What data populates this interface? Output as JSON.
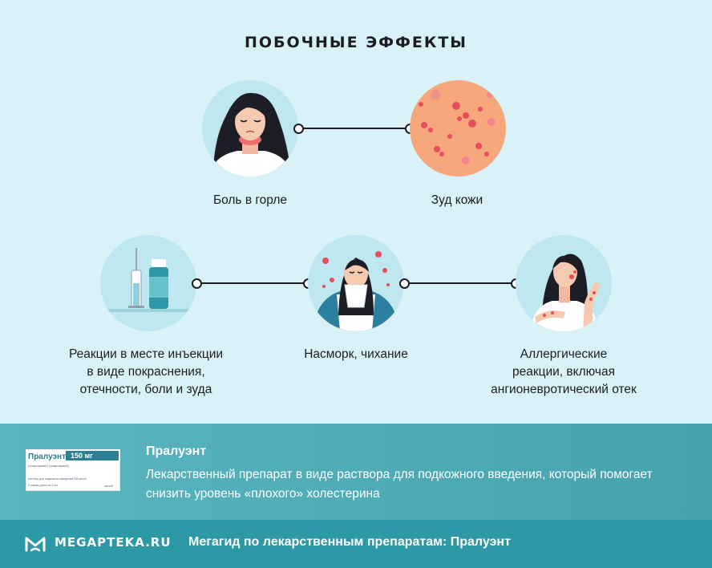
{
  "title": "ПОБОЧНЫЕ ЭФФЕКТЫ",
  "effects": {
    "sore_throat": "Боль в горле",
    "itchy_skin": "Зуд кожи",
    "injection_site": [
      "Реакции в месте инъекции",
      "в виде покраснения,",
      "отечности, боли и зуда"
    ],
    "runny_nose": "Насморк, чихание",
    "allergic": [
      "Аллергические",
      "реакции, включая",
      "ангионевротический отек"
    ]
  },
  "product": {
    "name": "Пралуэнт",
    "description": "Лекарственный препарат в виде раствора для подкожного введения, который помогает снизить уровень «плохого» холестерина",
    "box_name": "Пралуэнт",
    "box_dose": "150 мг",
    "box_inn": "(алирокумаб) (алирокумаб)",
    "box_small": "раствор для подкожного введения 150 мг/мл",
    "box_count": "2 шприц-ручки по 1 мл",
    "box_maker": "sanofi"
  },
  "footer": {
    "brand": "MEGAPTEKA.RU",
    "guide": "Мегагид по лекарственным препаратам: Пралуэнт"
  },
  "colors": {
    "background": "#d9f2f7",
    "circle_bg": "#bfe7ef",
    "product_band": "#4fadb8",
    "footer_band": "#2d98a6",
    "text": "#1c1c24"
  }
}
